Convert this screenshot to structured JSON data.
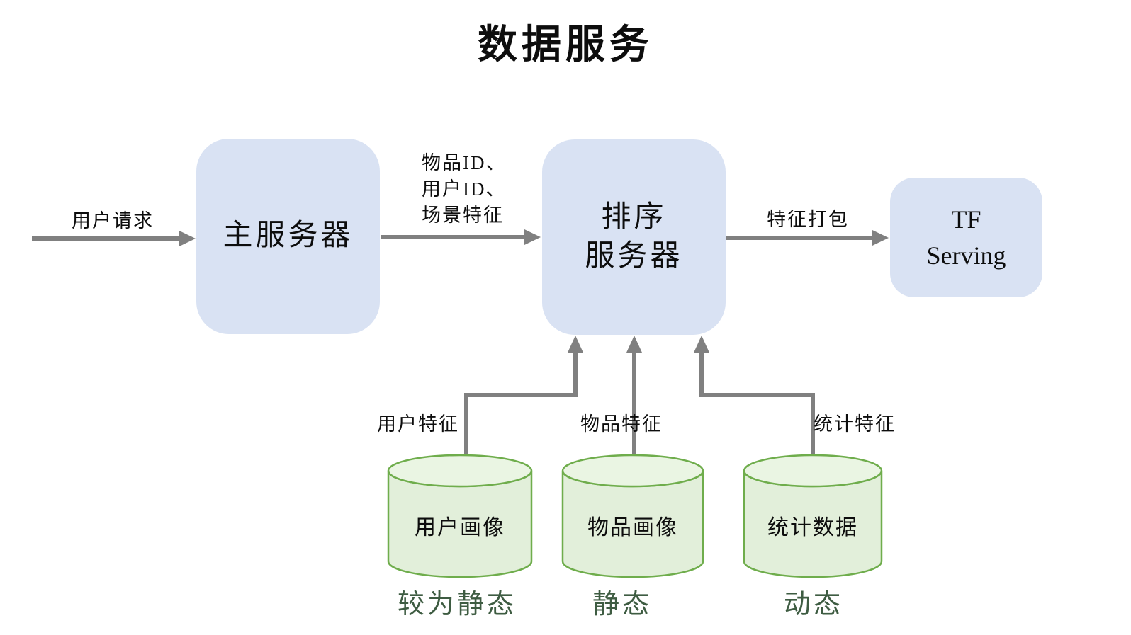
{
  "title": "数据服务",
  "colors": {
    "node_fill": "#d9e2f3",
    "cylinder_body_fill": "#e2efda",
    "cylinder_top_fill": "#eaf5e3",
    "cylinder_stroke": "#6fad4c",
    "arrow_gray": "#808080",
    "text_color": "#0d0d0d",
    "state_tag_green": "#3e5c42",
    "background": "#ffffff"
  },
  "nodes": {
    "main_server": {
      "label": "主服务器"
    },
    "ranking_server": {
      "line1": "排序",
      "line2": "服务器"
    },
    "tf_serving": {
      "line1": "TF",
      "line2": "Serving"
    }
  },
  "edges": {
    "user_request": {
      "label": "用户请求"
    },
    "request_payload": {
      "lines": [
        "物品ID、",
        "用户ID、",
        "场景特征"
      ]
    },
    "feature_pack": {
      "label": "特征打包"
    },
    "user_features": {
      "label": "用户特征"
    },
    "item_features": {
      "label": "物品特征"
    },
    "stat_features": {
      "label": "统计特征"
    }
  },
  "databases": [
    {
      "label": "用户画像",
      "state_tag": "较为静态"
    },
    {
      "label": "物品画像",
      "state_tag": "静态"
    },
    {
      "label": "统计数据",
      "state_tag": "动态"
    }
  ]
}
